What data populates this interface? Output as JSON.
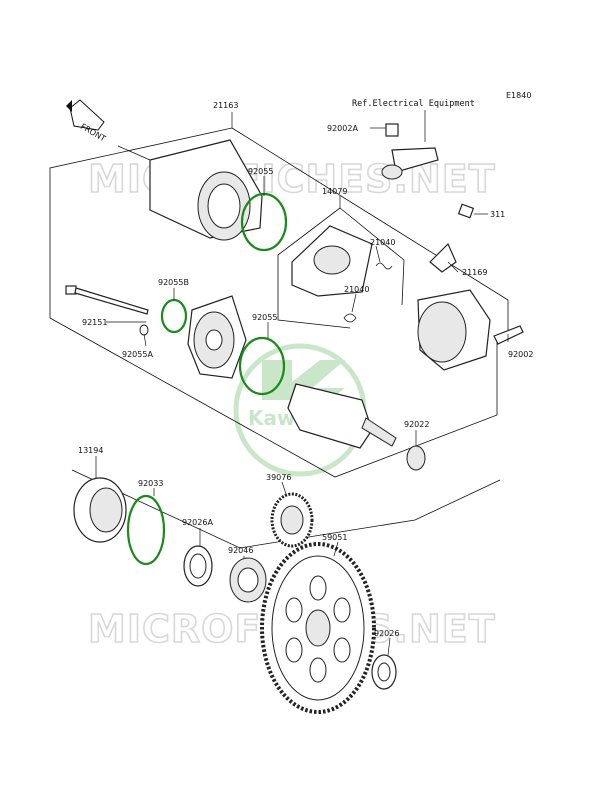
{
  "diagram": {
    "code": "E1840",
    "ref_note": "Ref.Electrical Equipment",
    "front_arrow_text": "FRONT",
    "watermark_text": "MICROFICHES.NET",
    "logo_text": "Kawasaki",
    "parts": [
      {
        "id": "21163"
      },
      {
        "id": "92002A"
      },
      {
        "id": "92055"
      },
      {
        "id": "14079"
      },
      {
        "id": "311"
      },
      {
        "id": "21040"
      },
      {
        "id": "21169"
      },
      {
        "id": "21040"
      },
      {
        "id": "92055B"
      },
      {
        "id": "92151"
      },
      {
        "id": "92055"
      },
      {
        "id": "92055A"
      },
      {
        "id": "92002"
      },
      {
        "id": "92022"
      },
      {
        "id": "13194"
      },
      {
        "id": "92033"
      },
      {
        "id": "39076"
      },
      {
        "id": "92026A"
      },
      {
        "id": "92046"
      },
      {
        "id": "59051"
      },
      {
        "id": "92026"
      }
    ]
  }
}
